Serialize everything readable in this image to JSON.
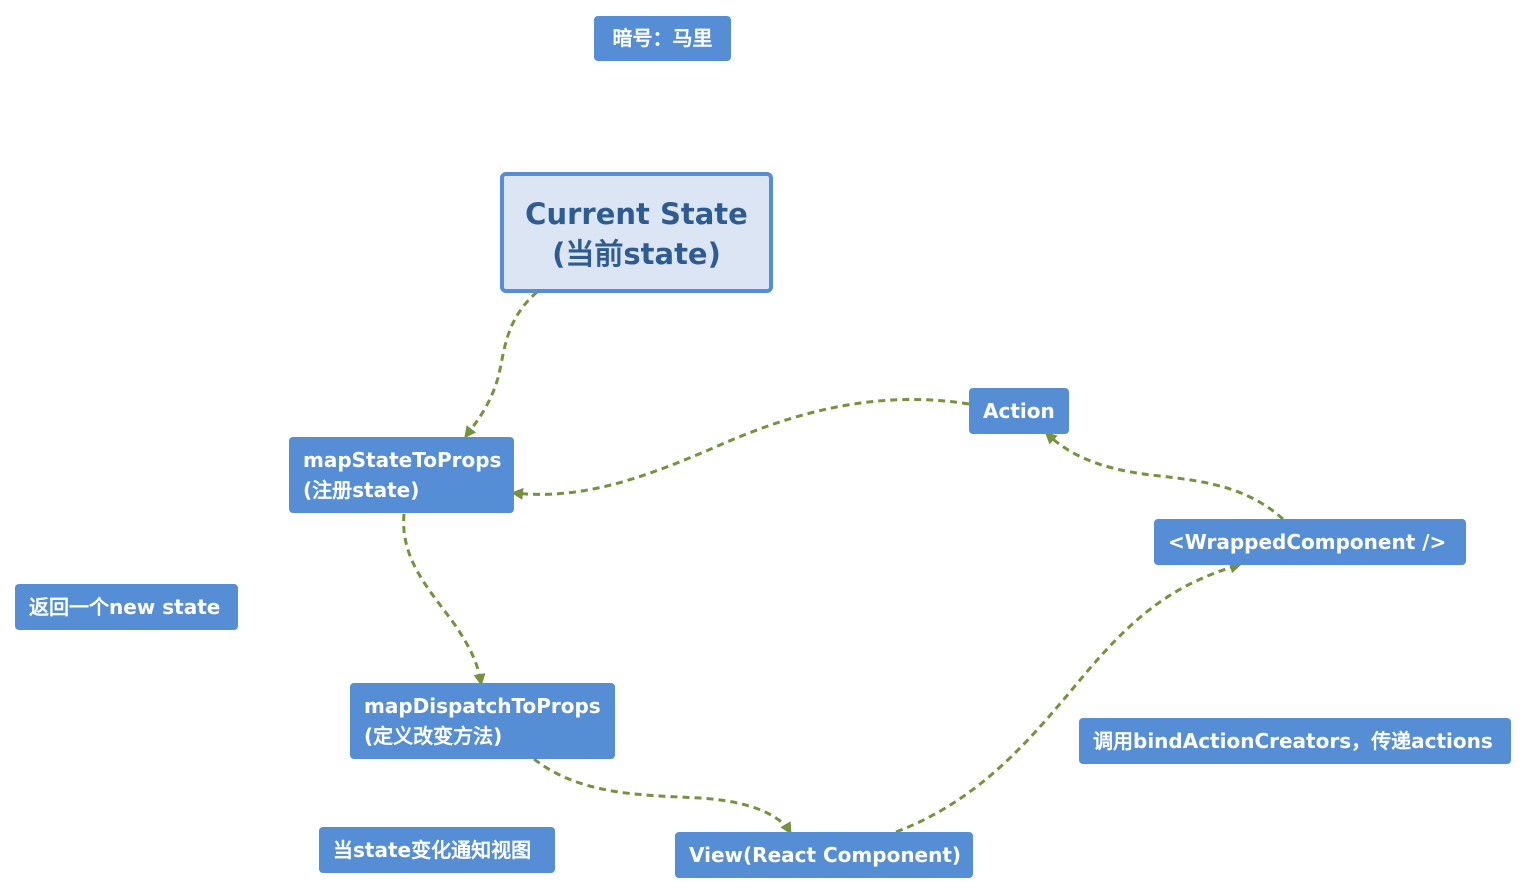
{
  "colors": {
    "node_fill": "#558ed5",
    "node_text": "#ffffff",
    "root_fill": "#dbe5f3",
    "root_border": "#558ed5",
    "root_text": "#2e5c91",
    "edge": "#76923c"
  },
  "nodes": {
    "title": "暗号：马里",
    "current_state": {
      "line1": "Current State",
      "line2": "(当前state)"
    },
    "map_state_to_props": {
      "line1": "mapStateToProps",
      "line2": "(注册state)"
    },
    "action": "Action",
    "wrapped_component": "<WrappedComponent />",
    "new_state_note": "返回一个new state",
    "map_dispatch_to_props": {
      "line1": "mapDispatchToProps",
      "line2": "(定义改变方法)"
    },
    "bind_action_creators_note": "调用bindActionCreators，传递actions",
    "notify_view_note": "当state变化通知视图",
    "view": "View(React Component)"
  },
  "edges": [
    {
      "from": "current_state",
      "to": "map_state_to_props",
      "style": "dashed"
    },
    {
      "from": "map_state_to_props",
      "to": "map_dispatch_to_props",
      "style": "dashed"
    },
    {
      "from": "map_dispatch_to_props",
      "to": "view",
      "style": "dashed"
    },
    {
      "from": "view",
      "to": "wrapped_component",
      "style": "dashed"
    },
    {
      "from": "wrapped_component",
      "to": "action",
      "style": "dashed"
    },
    {
      "from": "action",
      "to": "map_state_to_props",
      "style": "dashed"
    }
  ]
}
